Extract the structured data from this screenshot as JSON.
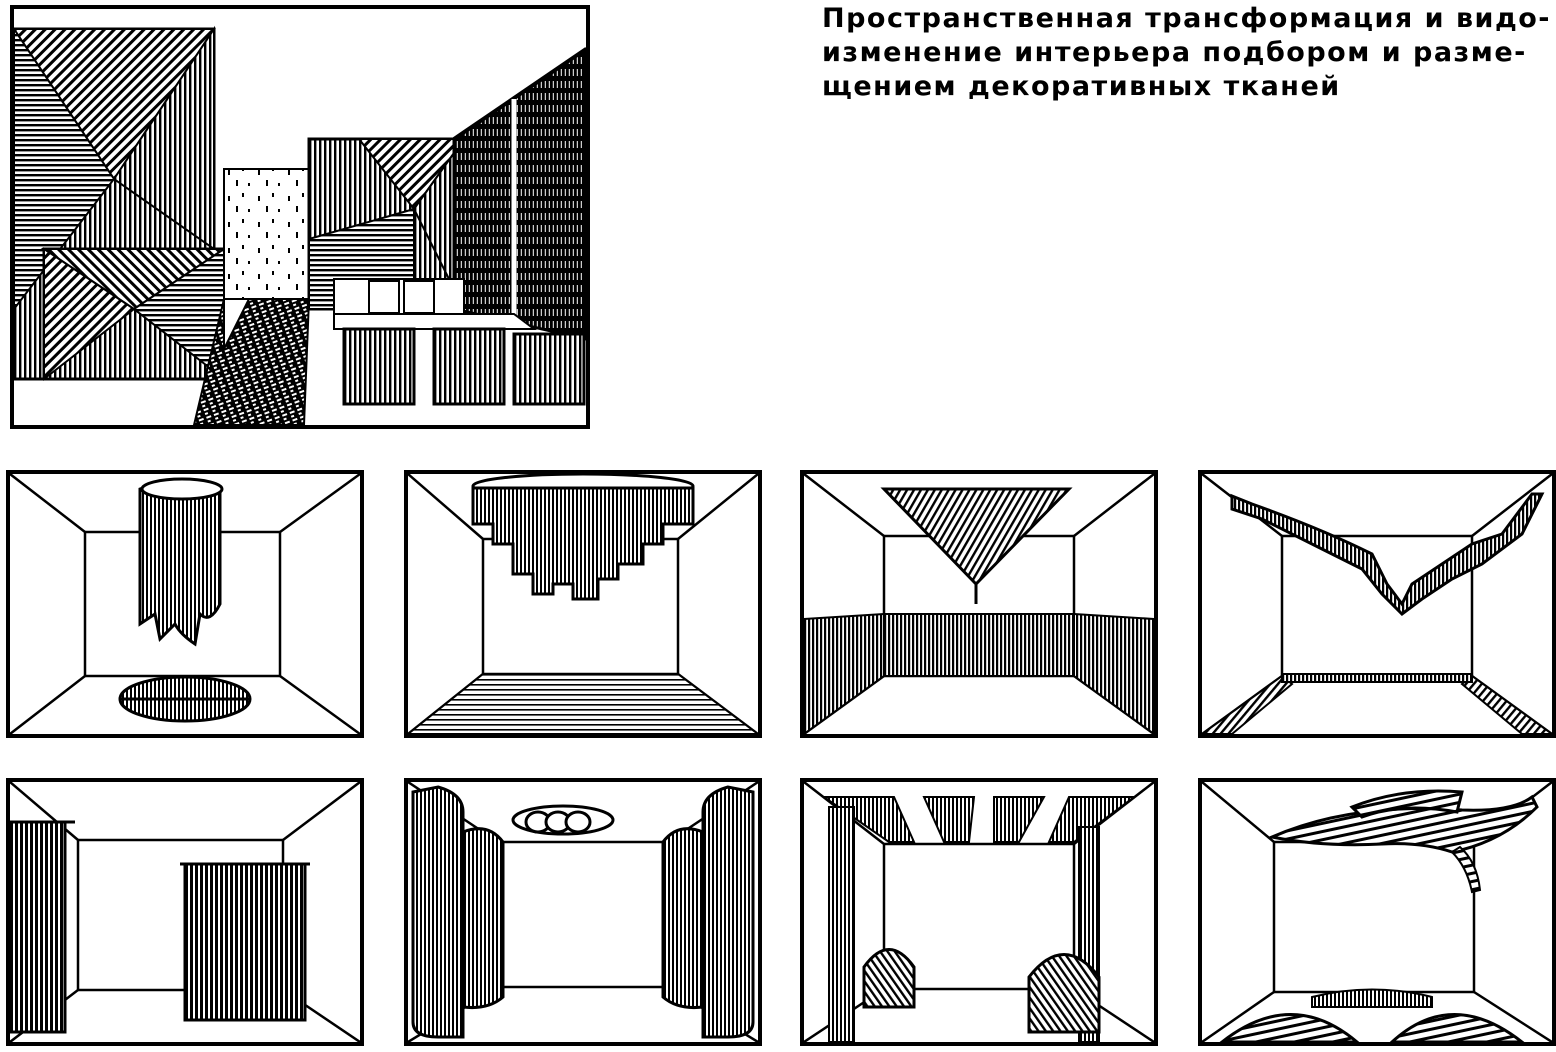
{
  "caption": {
    "lines": [
      "Пространственная трансформация и видо-",
      "изменение интерьера подбором и разме-",
      "щением декоративных тканей"
    ]
  },
  "illustrations": {
    "main": "interior-perspective-with-fabric-walls",
    "rooms": [
      "cylindrical-fabric-drape-with-oval-rug",
      "ring-of-hanging-fabric-strips",
      "fan-pleated-ceiling-and-striped-wall-band",
      "sagging-ceiling-swag",
      "side-curtains",
      "column-drapes-and-ring-lamp",
      "ceiling-beams-and-arched-poufs",
      "draped-ceiling-swag-and-floor-arcs"
    ]
  },
  "colors": {
    "ink": "#000000",
    "paper": "#ffffff"
  }
}
